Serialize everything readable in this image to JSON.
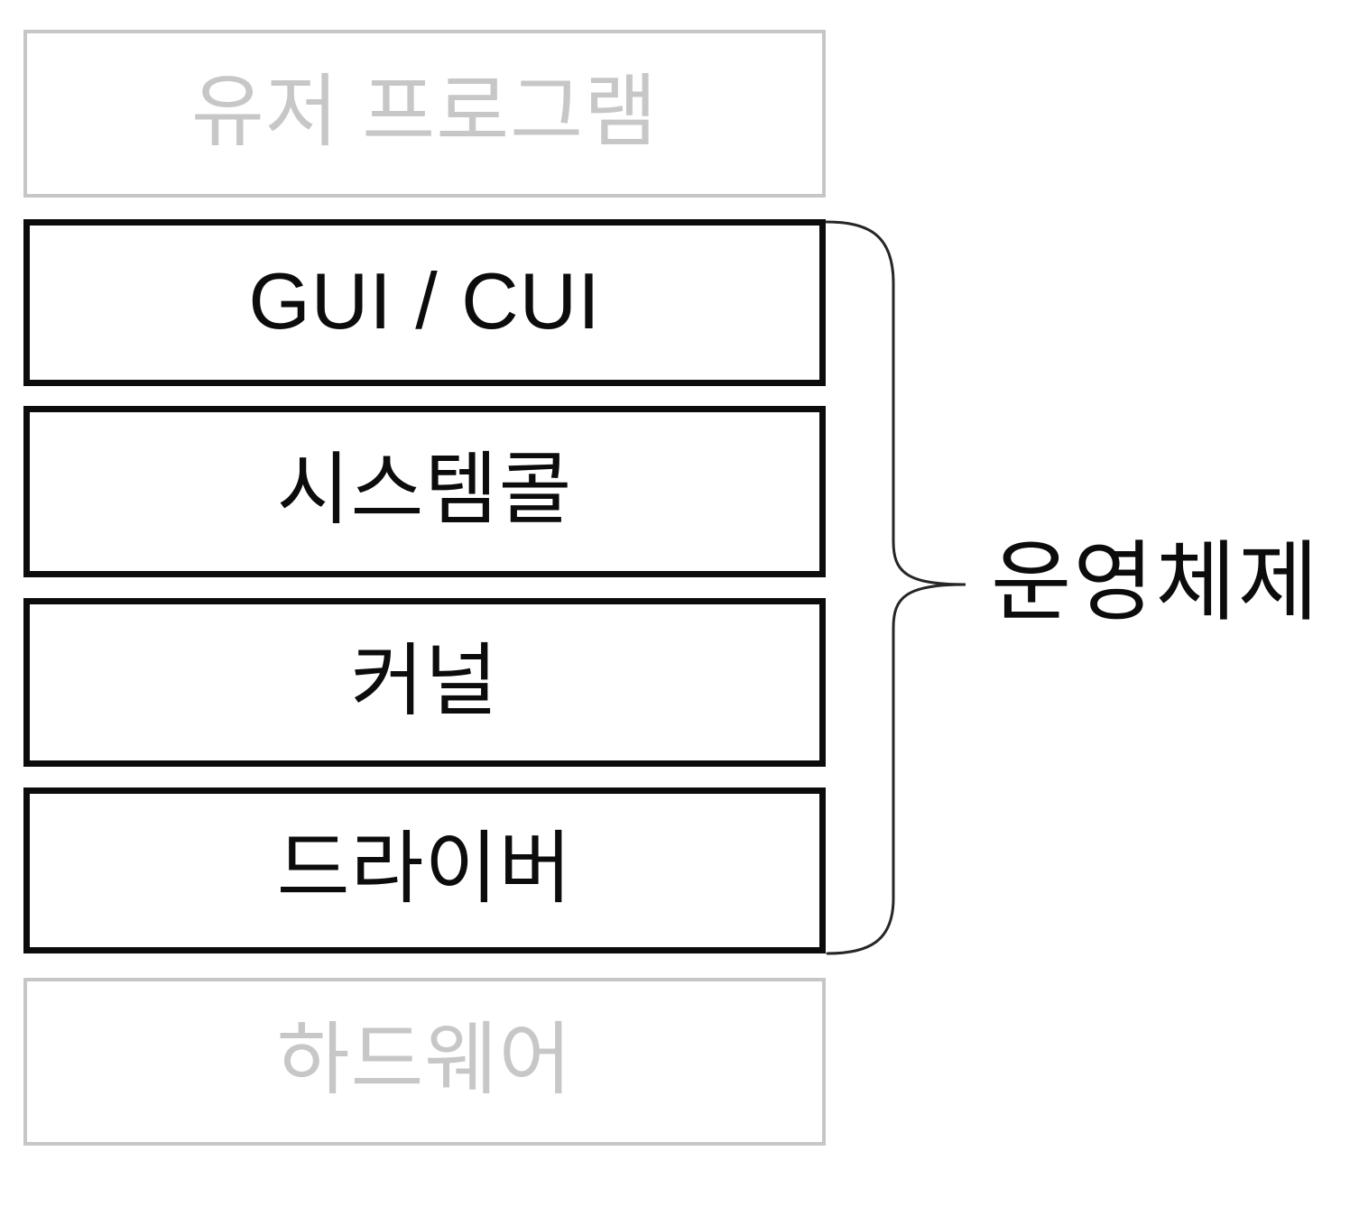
{
  "diagram": {
    "title_semantic": "operating-system-layer-diagram",
    "colors": {
      "background": "#ffffff",
      "active_border": "#0c0c0c",
      "active_text": "#0c0c0c",
      "inactive_border": "#c6c6c6",
      "inactive_text": "#c7c7c7",
      "brace_stroke": "#262626"
    },
    "layers": [
      {
        "id": "user-program",
        "label": "유저 프로그램",
        "state": "inactive"
      },
      {
        "id": "gui-cui",
        "label": "GUI / CUI",
        "state": "active"
      },
      {
        "id": "system-call",
        "label": "시스템콜",
        "state": "active"
      },
      {
        "id": "kernel",
        "label": "커널",
        "state": "active"
      },
      {
        "id": "driver",
        "label": "드라이버",
        "state": "active"
      },
      {
        "id": "hardware",
        "label": "하드웨어",
        "state": "inactive"
      }
    ],
    "brace": {
      "label": "운영체제",
      "groups_layers": [
        "gui-cui",
        "system-call",
        "kernel",
        "driver"
      ]
    }
  }
}
